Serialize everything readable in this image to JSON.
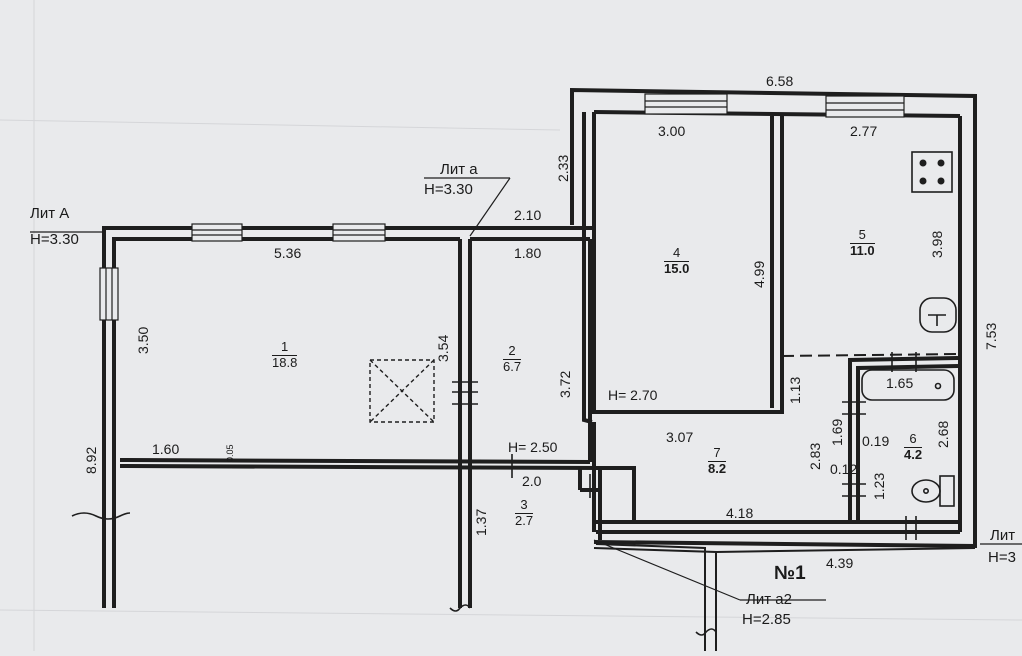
{
  "dimensions": {
    "total_width": "6.58",
    "room4_top": "3.00",
    "room5_top": "2.77",
    "left_upper": "2.33",
    "lit_a_width": "2.10",
    "room1_top": "5.36",
    "room2_top": "1.80",
    "room1_left": "3.50",
    "room1_inner": "3.54",
    "room2_height": "3.72",
    "room4_height": "4.99",
    "room5_height": "3.98",
    "right_total": "7.53",
    "left_total": "8.92",
    "room1_bottom": "1.60",
    "wall_thin": "0.05",
    "corridor_h": "1.13",
    "room7_top": "3.07",
    "room7_h": "2.83",
    "bath_w": "1.65",
    "bath_h": "1.69",
    "d019": "0.19",
    "d012": "0.12",
    "d123": "1.23",
    "room6_h": "2.68",
    "d20": "2.0",
    "d137": "1.37",
    "room7_bottom": "4.18",
    "bottom_total": "4.39"
  },
  "rooms": [
    {
      "num": "1",
      "area": "18.8"
    },
    {
      "num": "2",
      "area": "6.7"
    },
    {
      "num": "3",
      "area": "2.7"
    },
    {
      "num": "4",
      "area": "15.0"
    },
    {
      "num": "5",
      "area": "11.0"
    },
    {
      "num": "6",
      "area": "4.2"
    },
    {
      "num": "7",
      "area": "8.2"
    }
  ],
  "heights": {
    "h270": "H= 2.70",
    "h250": "H= 2.50"
  },
  "labels": {
    "lit_big_a": "Лит А",
    "lit_big_a_h": "H=3.30",
    "lit_a": "Лит а",
    "lit_a_h": "H=3.30",
    "lit_a2": "Лит а2",
    "lit_a2_h": "H=2.85",
    "lit_right": "Лит",
    "lit_right_h": "H=3",
    "plan_number": "№1"
  }
}
